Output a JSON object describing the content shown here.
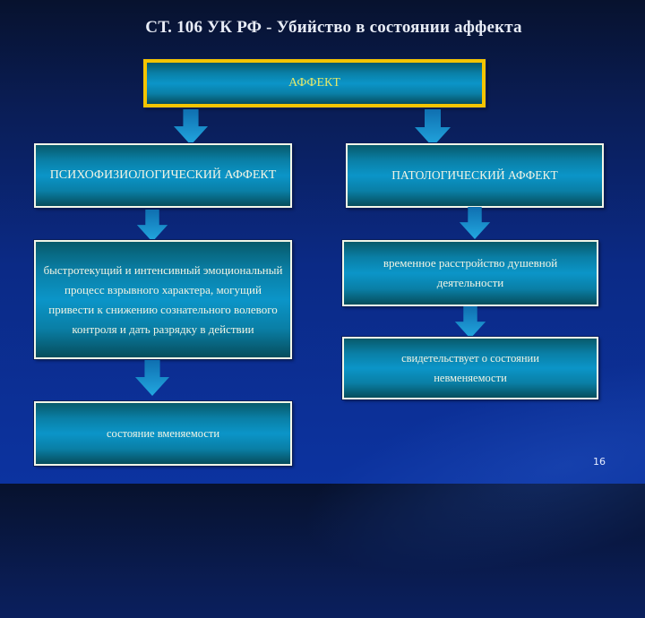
{
  "slide": {
    "title": "СТ. 106 УК РФ -  Убийство в состоянии аффекта",
    "page_number": "16",
    "colors": {
      "background_top": "#07122e",
      "background_bottom": "#0c33a0",
      "box_fill": "#0b95c8",
      "box_border": "#f2f6e8",
      "main_box_border": "#f4c400",
      "main_box_text": "#e4e86a",
      "arrow": "#1a9fd8"
    }
  },
  "diagram": {
    "root": {
      "label": "АФФЕКТ"
    },
    "left_branch": {
      "type_label": "ПСИХОФИЗИОЛОГИЧЕСКИЙ АФФЕКТ",
      "definition": "быстротекущий и интенсивный эмоциональный процесс взрывного характера, могущий привести к снижению сознательного волевого контроля и дать разрядку в действии",
      "conclusion": "состояние вменяемости"
    },
    "right_branch": {
      "type_label": "ПАТОЛОГИЧЕСКИЙ АФФЕКТ",
      "definition": "временное расстройство душевной деятельности",
      "conclusion": "свидетельствует о состоянии невменяемости"
    },
    "arrows": [
      {
        "from": "root",
        "to": "left_branch.type_label",
        "icon": "down-arrow-icon"
      },
      {
        "from": "root",
        "to": "right_branch.type_label",
        "icon": "down-arrow-icon"
      },
      {
        "from": "left_branch.type_label",
        "to": "left_branch.definition",
        "icon": "down-arrow-icon"
      },
      {
        "from": "left_branch.definition",
        "to": "left_branch.conclusion",
        "icon": "down-arrow-icon"
      },
      {
        "from": "right_branch.type_label",
        "to": "right_branch.definition",
        "icon": "down-arrow-icon"
      },
      {
        "from": "right_branch.definition",
        "to": "right_branch.conclusion",
        "icon": "down-arrow-icon"
      }
    ]
  }
}
